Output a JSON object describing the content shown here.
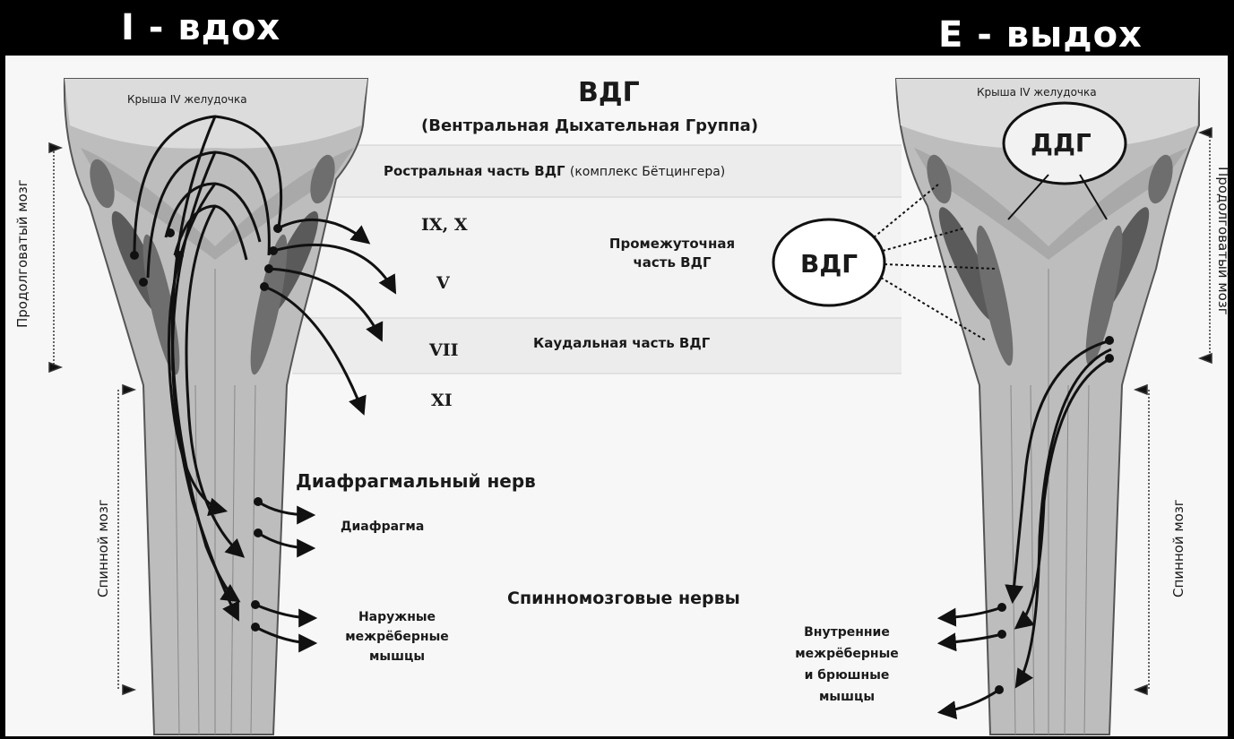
{
  "titles": {
    "inhale": "I - вдох",
    "exhale": "E - выдох"
  },
  "left_panel": {
    "roof_label": "Крыша IV желудочка",
    "side_medulla": "Продолговатый мозг",
    "side_spinal": "Спинной мозг"
  },
  "right_panel": {
    "roof_label": "Крыша IV желудочка",
    "side_medulla": "Продолговатый мозг",
    "side_spinal": "Спинной мозг",
    "ddg_label": "ДДГ",
    "vdg_label": "ВДГ"
  },
  "center": {
    "heading": "ВДГ",
    "subheading": "(Вентральная Дыхательная Группа)",
    "rostral_bold": "Ростральная часть ВДГ",
    "rostral_note": "(комплекс Бётцингера)",
    "intermediate_line1": "Промежуточная",
    "intermediate_line2": "часть ВДГ",
    "caudal": "Каудальная часть ВДГ",
    "nerves": [
      "IX, X",
      "V",
      "VII",
      "XI"
    ],
    "phrenic_nerve": "Диафрагмальный нерв",
    "diaphragm": "Диафрагма",
    "external_line1": "Наружные",
    "external_line2": "межрёберные",
    "external_line3": "мышцы",
    "spinal_nerves": "Спинномозговые нервы",
    "internal_line1": "Внутренние",
    "internal_line2": "межрёберные",
    "internal_line3": "и брюшные",
    "internal_line4": "мышцы"
  }
}
